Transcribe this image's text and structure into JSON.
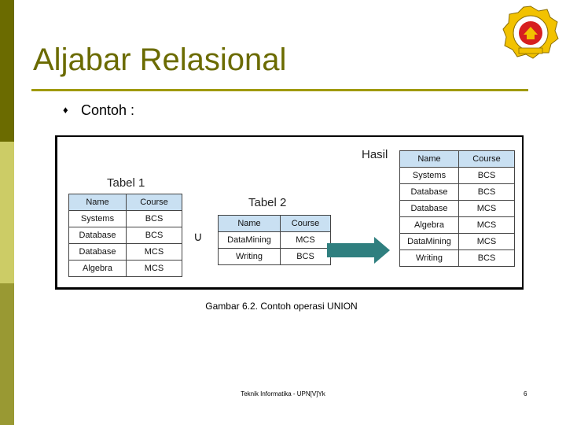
{
  "slide": {
    "title": "Aljabar Relasional",
    "bullet_symbol": "♦",
    "bullet_text": "Contoh :",
    "caption": "Gambar 6.2. Contoh operasi UNION",
    "footer": "Teknik Informatika - UPN[V]Yk",
    "page_number": "6"
  },
  "figure": {
    "union_symbol": "∪",
    "tabel1": {
      "label": "Tabel 1",
      "headers": [
        "Name",
        "Course"
      ],
      "rows": [
        [
          "Systems",
          "BCS"
        ],
        [
          "Database",
          "BCS"
        ],
        [
          "Database",
          "MCS"
        ],
        [
          "Algebra",
          "MCS"
        ]
      ]
    },
    "tabel2": {
      "label": "Tabel 2",
      "headers": [
        "Name",
        "Course"
      ],
      "rows": [
        [
          "DataMining",
          "MCS"
        ],
        [
          "Writing",
          "BCS"
        ]
      ]
    },
    "hasil": {
      "label": "Hasil",
      "headers": [
        "Name",
        "Course"
      ],
      "rows": [
        [
          "Systems",
          "BCS"
        ],
        [
          "Database",
          "BCS"
        ],
        [
          "Database",
          "MCS"
        ],
        [
          "Algebra",
          "MCS"
        ],
        [
          "DataMining",
          "MCS"
        ],
        [
          "Writing",
          "BCS"
        ]
      ]
    }
  },
  "colors": {
    "accent": "#6b6b00",
    "header_cell": "#c9e0f2",
    "arrow": "#2f7f7f"
  }
}
